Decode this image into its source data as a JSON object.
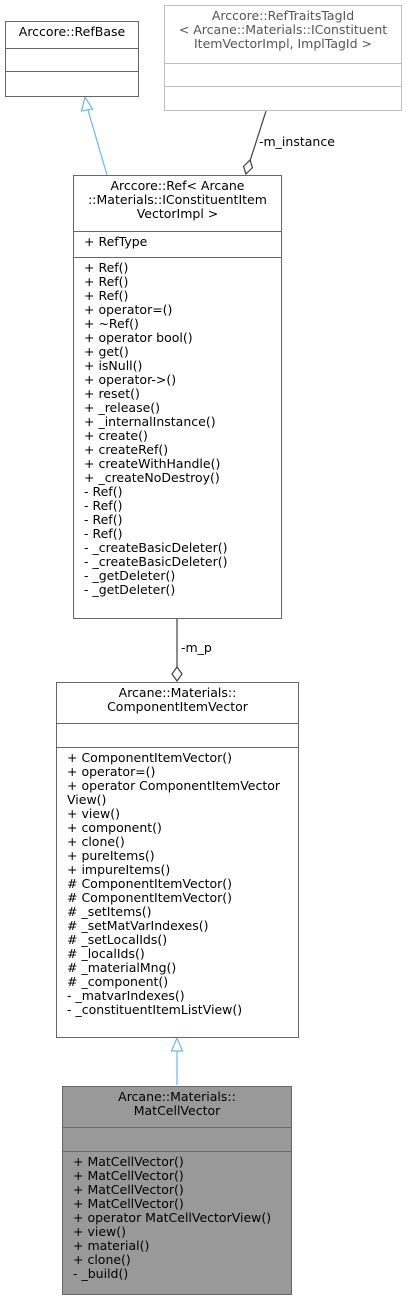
{
  "nodes": {
    "refbase": {
      "title_lines": [
        "Arccore::RefBase"
      ],
      "attributes": [],
      "methods": []
    },
    "reftraits": {
      "title_lines": [
        "Arccore::RefTraitsTagId",
        "< Arcane::Materials::IConstituent",
        "ItemVectorImpl, ImplTagId >"
      ],
      "attributes": [],
      "methods": []
    },
    "ref": {
      "title_lines": [
        "Arccore::Ref< Arcane",
        "::Materials::IConstituentItem",
        "VectorImpl >"
      ],
      "attributes": [
        "+ RefType"
      ],
      "methods": [
        "+ Ref()",
        "+ Ref()",
        "+ Ref()",
        "+ operator=()",
        "+ ~Ref()",
        "+ operator bool()",
        "+ get()",
        "+ isNull()",
        "+ operator->()",
        "+ reset()",
        "+ _release()",
        "+ _internalInstance()",
        "+ create()",
        "+ createRef()",
        "+ createWithHandle()",
        "+ _createNoDestroy()",
        "- Ref()",
        "- Ref()",
        "- Ref()",
        "- Ref()",
        "- _createBasicDeleter()",
        "- _createBasicDeleter()",
        "- _getDeleter()",
        "- _getDeleter()"
      ]
    },
    "civ": {
      "title_lines": [
        "Arcane::Materials::",
        "ComponentItemVector"
      ],
      "attributes": [],
      "methods": [
        "+ ComponentItemVector()",
        "+ operator=()",
        "+ operator ComponentItemVector",
        "View()",
        "+ view()",
        "+ component()",
        "+ clone()",
        "+ pureItems()",
        "+ impureItems()",
        "# ComponentItemVector()",
        "# ComponentItemVector()",
        "# _setItems()",
        "# _setMatVarIndexes()",
        "# _setLocalIds()",
        "# _localIds()",
        "# _materialMng()",
        "# _component()",
        "- _matvarIndexes()",
        "- _constituentItemListView()"
      ]
    },
    "mcv": {
      "title_lines": [
        "Arcane::Materials::",
        "MatCellVector"
      ],
      "attributes": [],
      "methods": [
        "+ MatCellVector()",
        "+ MatCellVector()",
        "+ MatCellVector()",
        "+ MatCellVector()",
        "+ operator MatCellVectorView()",
        "+ view()",
        "+ material()",
        "+ clone()",
        "- _build()"
      ]
    }
  },
  "edges": {
    "m_instance_label": "-m_instance",
    "m_p_label": "-m_p"
  },
  "colors": {
    "inheritance_arrow": "#63b8ff",
    "association_line": "#404040",
    "highlight_fill": "#999999",
    "border": "#666666",
    "faded_border": "#bfbfbf"
  }
}
